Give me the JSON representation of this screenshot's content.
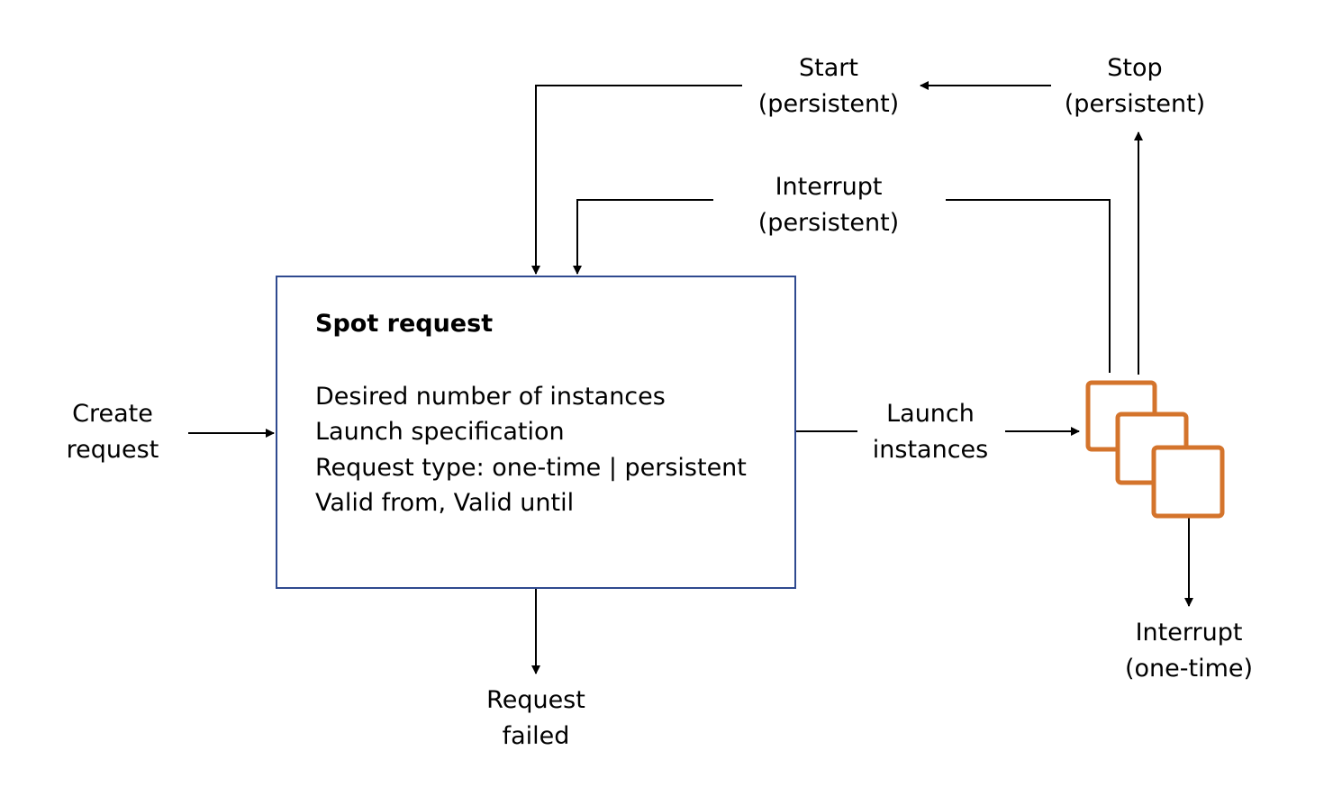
{
  "spot_request": {
    "title": "Spot request",
    "attributes": [
      "Desired number of instances",
      "Launch specification",
      "Request type: one-time | persistent",
      "Valid from, Valid until"
    ]
  },
  "labels": {
    "create_request": [
      "Create",
      "request"
    ],
    "request_failed": [
      "Request",
      "failed"
    ],
    "launch_instances": [
      "Launch",
      "instances"
    ],
    "start_persistent": [
      "Start",
      "(persistent)"
    ],
    "stop_persistent": [
      "Stop",
      "(persistent)"
    ],
    "interrupt_persistent": [
      "Interrupt",
      "(persistent)"
    ],
    "interrupt_one_time": [
      "Interrupt",
      "(one-time)"
    ]
  },
  "icons": {
    "instances": "stacked-instances-icon"
  },
  "colors": {
    "box_border": "#2f4a8f",
    "instance_icon": "#d4742c",
    "arrows": "#000000"
  }
}
